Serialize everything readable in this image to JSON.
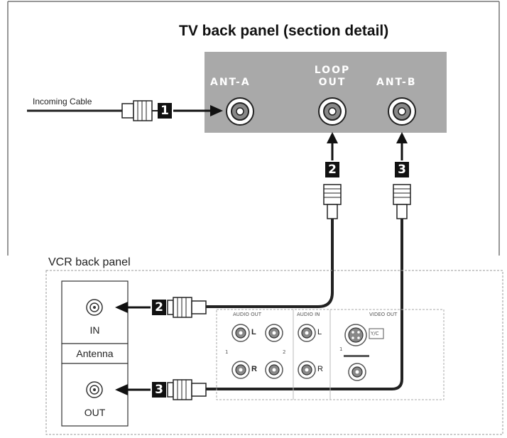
{
  "tv_panel": {
    "title": "TV back panel (section detail)",
    "ant_a": "ANT-A",
    "loop_out_line1": "LOOP",
    "loop_out_line2": "OUT",
    "ant_b": "ANT-B"
  },
  "incoming_cable": "Incoming Cable",
  "steps": [
    "1",
    "2",
    "3"
  ],
  "vcr_panel": {
    "title": "VCR back panel",
    "antenna_in": "IN",
    "antenna_label": "Antenna",
    "antenna_out": "OUT",
    "audio_out": "AUDIO OUT",
    "audio_in": "AUDIO IN",
    "video_out": "VIDEO OUT",
    "left": "L",
    "right": "R",
    "y_c": "Y/C",
    "mark_1": "1",
    "mark_2": "2"
  },
  "colors": {
    "panel": "#a9a9a9",
    "ink": "#111111",
    "border": "#888888"
  }
}
